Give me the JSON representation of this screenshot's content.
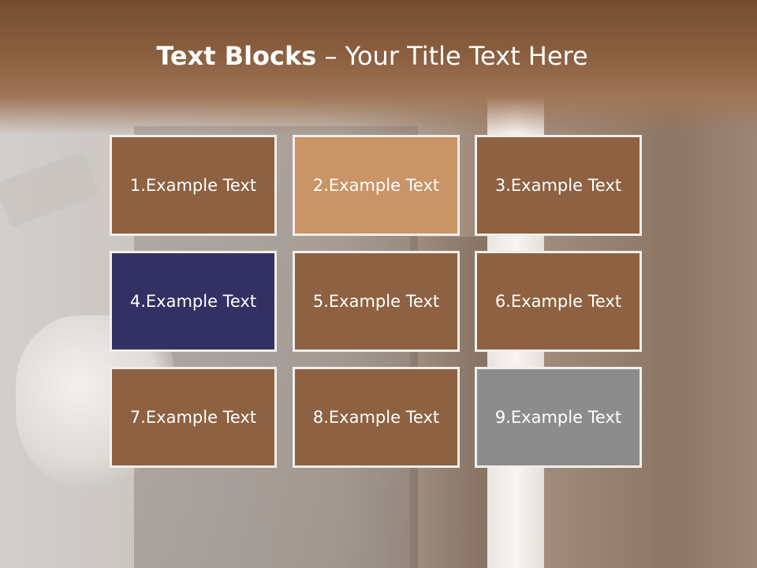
{
  "title": {
    "bold": "Text Blocks",
    "dash": " – ",
    "rest": "Your Title Text Here"
  },
  "blocks": [
    {
      "label": "1.Example Text",
      "color": "#8d6141"
    },
    {
      "label": "2.Example Text",
      "color": "#c99466"
    },
    {
      "label": "3.Example Text",
      "color": "#8d6141"
    },
    {
      "label": "4.Example Text",
      "color": "#333064"
    },
    {
      "label": "5.Example Text",
      "color": "#8d6141"
    },
    {
      "label": "6.Example Text",
      "color": "#8d6141"
    },
    {
      "label": "7.Example Text",
      "color": "#8d6141"
    },
    {
      "label": "8.Example Text",
      "color": "#8d6141"
    },
    {
      "label": "9.Example Text",
      "color": "#8d8c8c"
    }
  ]
}
